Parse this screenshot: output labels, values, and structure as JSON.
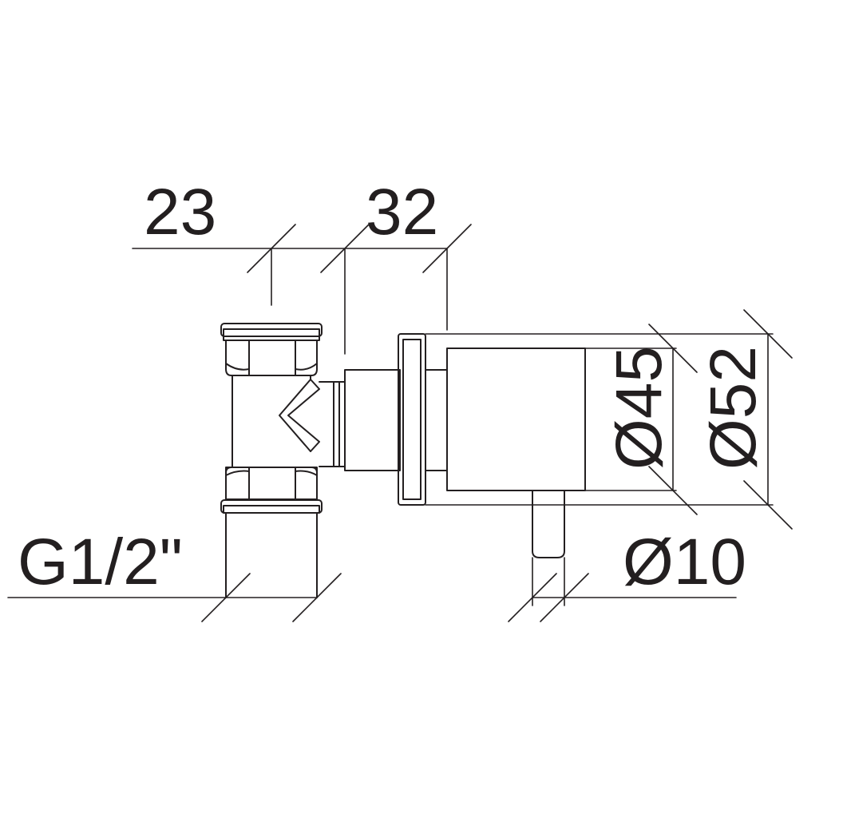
{
  "dimensions": {
    "d23": "23",
    "d32": "32",
    "d45": "Ø45",
    "d52": "Ø52",
    "d10": "Ø10",
    "thread": "G1/2\""
  },
  "colors": {
    "line": "#231f20",
    "background": "#ffffff"
  }
}
